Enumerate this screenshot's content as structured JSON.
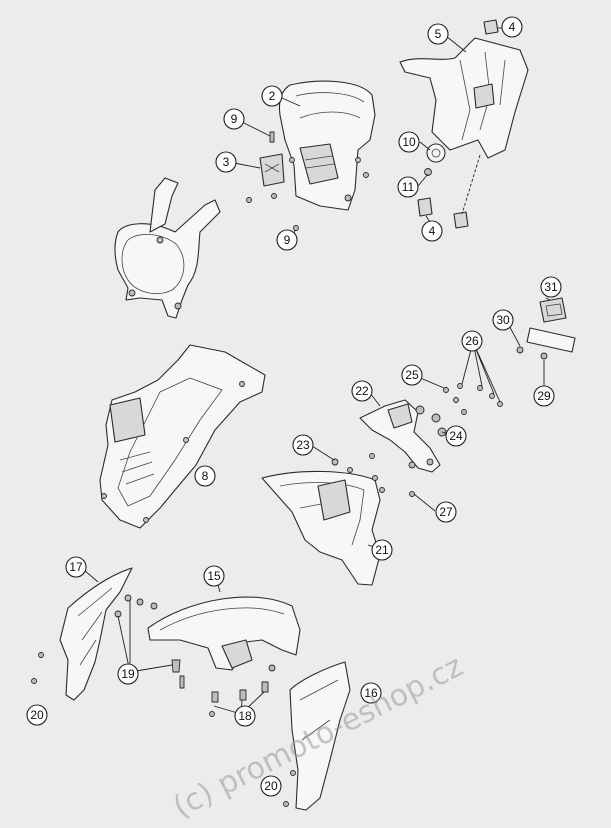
{
  "diagram": {
    "callouts": [
      {
        "id": "c2",
        "label": "2"
      },
      {
        "id": "c3",
        "label": "3"
      },
      {
        "id": "c4a",
        "label": "4"
      },
      {
        "id": "c4b",
        "label": "4"
      },
      {
        "id": "c5",
        "label": "5"
      },
      {
        "id": "c8",
        "label": "8"
      },
      {
        "id": "c9a",
        "label": "9"
      },
      {
        "id": "c9b",
        "label": "9"
      },
      {
        "id": "c10",
        "label": "10"
      },
      {
        "id": "c11",
        "label": "11"
      },
      {
        "id": "c15",
        "label": "15"
      },
      {
        "id": "c16",
        "label": "16"
      },
      {
        "id": "c17",
        "label": "17"
      },
      {
        "id": "c18",
        "label": "18"
      },
      {
        "id": "c19",
        "label": "19"
      },
      {
        "id": "c20a",
        "label": "20"
      },
      {
        "id": "c20b",
        "label": "20"
      },
      {
        "id": "c21",
        "label": "21"
      },
      {
        "id": "c22",
        "label": "22"
      },
      {
        "id": "c23",
        "label": "23"
      },
      {
        "id": "c24",
        "label": "24"
      },
      {
        "id": "c25",
        "label": "25"
      },
      {
        "id": "c26",
        "label": "26"
      },
      {
        "id": "c27",
        "label": "27"
      },
      {
        "id": "c29",
        "label": "29"
      },
      {
        "id": "c30",
        "label": "30"
      },
      {
        "id": "c31",
        "label": "31"
      }
    ]
  },
  "watermark": "(c) promoto-eshop.cz"
}
